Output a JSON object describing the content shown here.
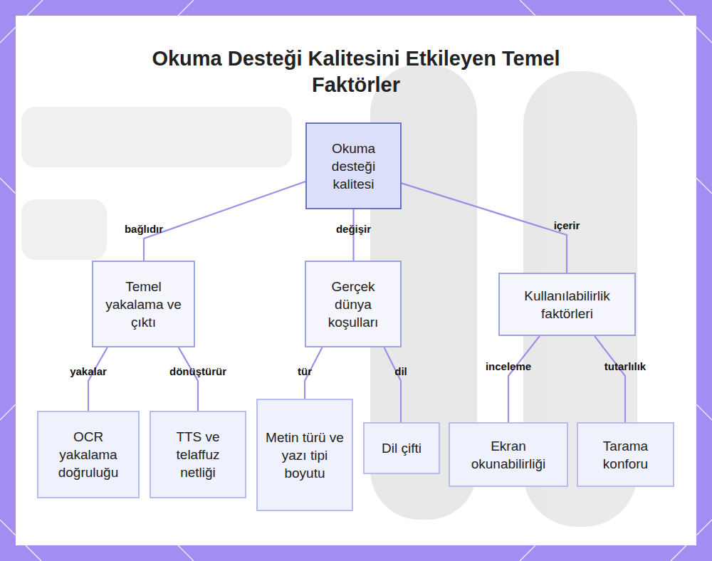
{
  "diagram": {
    "title": "Okuma Desteği Kalitesini Etkileyen Temel Faktörler",
    "nodes": [
      {
        "text": [
          "Okuma desteği kalitesi"
        ]
      },
      {
        "text": [
          "Temel yakalama ve çıktı"
        ]
      },
      {
        "text": [
          "Gerçek dünya koşulları"
        ]
      },
      {
        "text": [
          "Kullanılabilirlik faktörleri"
        ]
      },
      {
        "text": [
          "OCR yakalama doğruluğu"
        ]
      },
      {
        "text": [
          "TTS ve telaffuz netliği"
        ]
      },
      {
        "text": [
          "Metin türü ve yazı tipi boyutu"
        ]
      },
      {
        "text": [
          "Dil çifti"
        ]
      },
      {
        "text": [
          "Ekran okunabilirliği"
        ]
      },
      {
        "text": [
          "Tarama konforu"
        ]
      }
    ],
    "edges": [
      {
        "from": 0,
        "to": 1,
        "label": "bağlıdır",
        "arrow": "none"
      },
      {
        "from": 0,
        "to": 2,
        "label": "değişir",
        "arrow": "none"
      },
      {
        "from": 0,
        "to": 3,
        "label": "içerir",
        "arrow": "none"
      },
      {
        "from": 1,
        "to": 4,
        "label": "yakalar",
        "arrow": "none"
      },
      {
        "from": 1,
        "to": 5,
        "label": "dönüştürür",
        "arrow": "none"
      },
      {
        "from": 2,
        "to": 6,
        "label": "tür",
        "arrow": "none"
      },
      {
        "from": 2,
        "to": 7,
        "label": "dil",
        "arrow": "none"
      },
      {
        "from": 3,
        "to": 8,
        "label": "inceleme",
        "arrow": "none"
      },
      {
        "from": 3,
        "to": 9,
        "label": "tutarlılık",
        "arrow": "none"
      }
    ]
  }
}
